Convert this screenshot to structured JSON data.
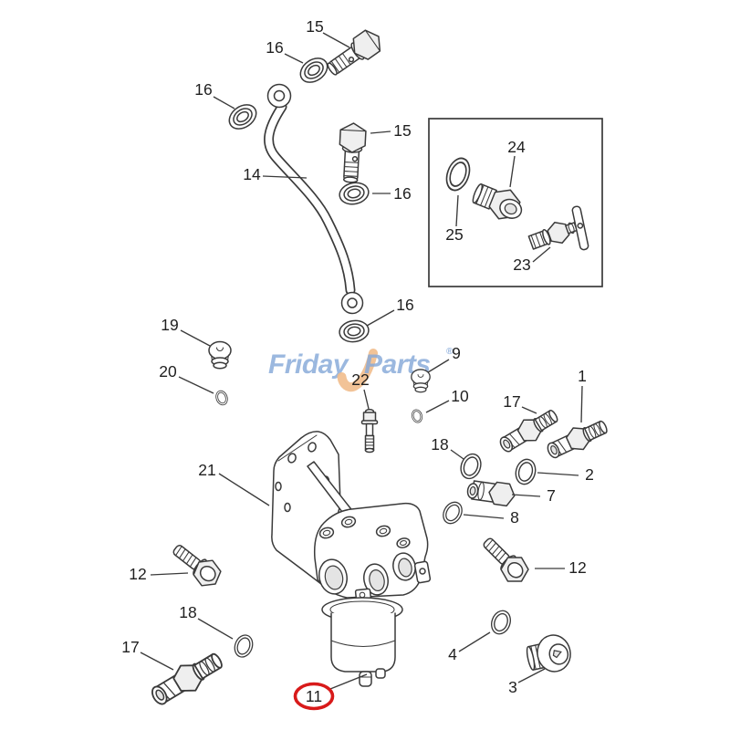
{
  "page": {
    "background": "#ffffff"
  },
  "watermark": {
    "brand_left": "Friday",
    "brand_right": "Parts",
    "registered": "®",
    "text_color": "#86a9d9",
    "swoosh_color": "#f1bd8c"
  },
  "diagram": {
    "type": "exploded-parts-diagram",
    "subject": "fuel-filter-assembly",
    "line_color": "#3a3a3a",
    "label_color": "#1f1f1f",
    "highlight_color": "#d81a1a",
    "highlighted_label": "11",
    "inset_box": {
      "present": true
    },
    "callouts": [
      {
        "label": "15",
        "part": "banjo-bolt"
      },
      {
        "label": "16",
        "part": "sealing-washer"
      },
      {
        "label": "16",
        "part": "sealing-washer"
      },
      {
        "label": "14",
        "part": "fuel-pipe"
      },
      {
        "label": "15",
        "part": "banjo-bolt"
      },
      {
        "label": "16",
        "part": "sealing-washer"
      },
      {
        "label": "16",
        "part": "sealing-washer"
      },
      {
        "label": "24",
        "part": "adapter-fitting"
      },
      {
        "label": "25",
        "part": "o-ring"
      },
      {
        "label": "23",
        "part": "drain-cock"
      },
      {
        "label": "19",
        "part": "plug"
      },
      {
        "label": "20",
        "part": "o-ring"
      },
      {
        "label": "22",
        "part": "stud"
      },
      {
        "label": "9",
        "part": "plug"
      },
      {
        "label": "10",
        "part": "o-ring"
      },
      {
        "label": "1",
        "part": "connector-fitting"
      },
      {
        "label": "17",
        "part": "connector-fitting"
      },
      {
        "label": "18",
        "part": "o-ring"
      },
      {
        "label": "2",
        "part": "o-ring"
      },
      {
        "label": "7",
        "part": "plug-fitting"
      },
      {
        "label": "8",
        "part": "o-ring"
      },
      {
        "label": "21",
        "part": "mounting-bracket"
      },
      {
        "label": "12",
        "part": "flange-bolt"
      },
      {
        "label": "12",
        "part": "flange-bolt"
      },
      {
        "label": "18",
        "part": "o-ring"
      },
      {
        "label": "17",
        "part": "connector-fitting"
      },
      {
        "label": "4",
        "part": "o-ring"
      },
      {
        "label": "3",
        "part": "screw-plug"
      },
      {
        "label": "11",
        "part": "fuel-filter-assembly",
        "highlighted": true
      }
    ]
  }
}
